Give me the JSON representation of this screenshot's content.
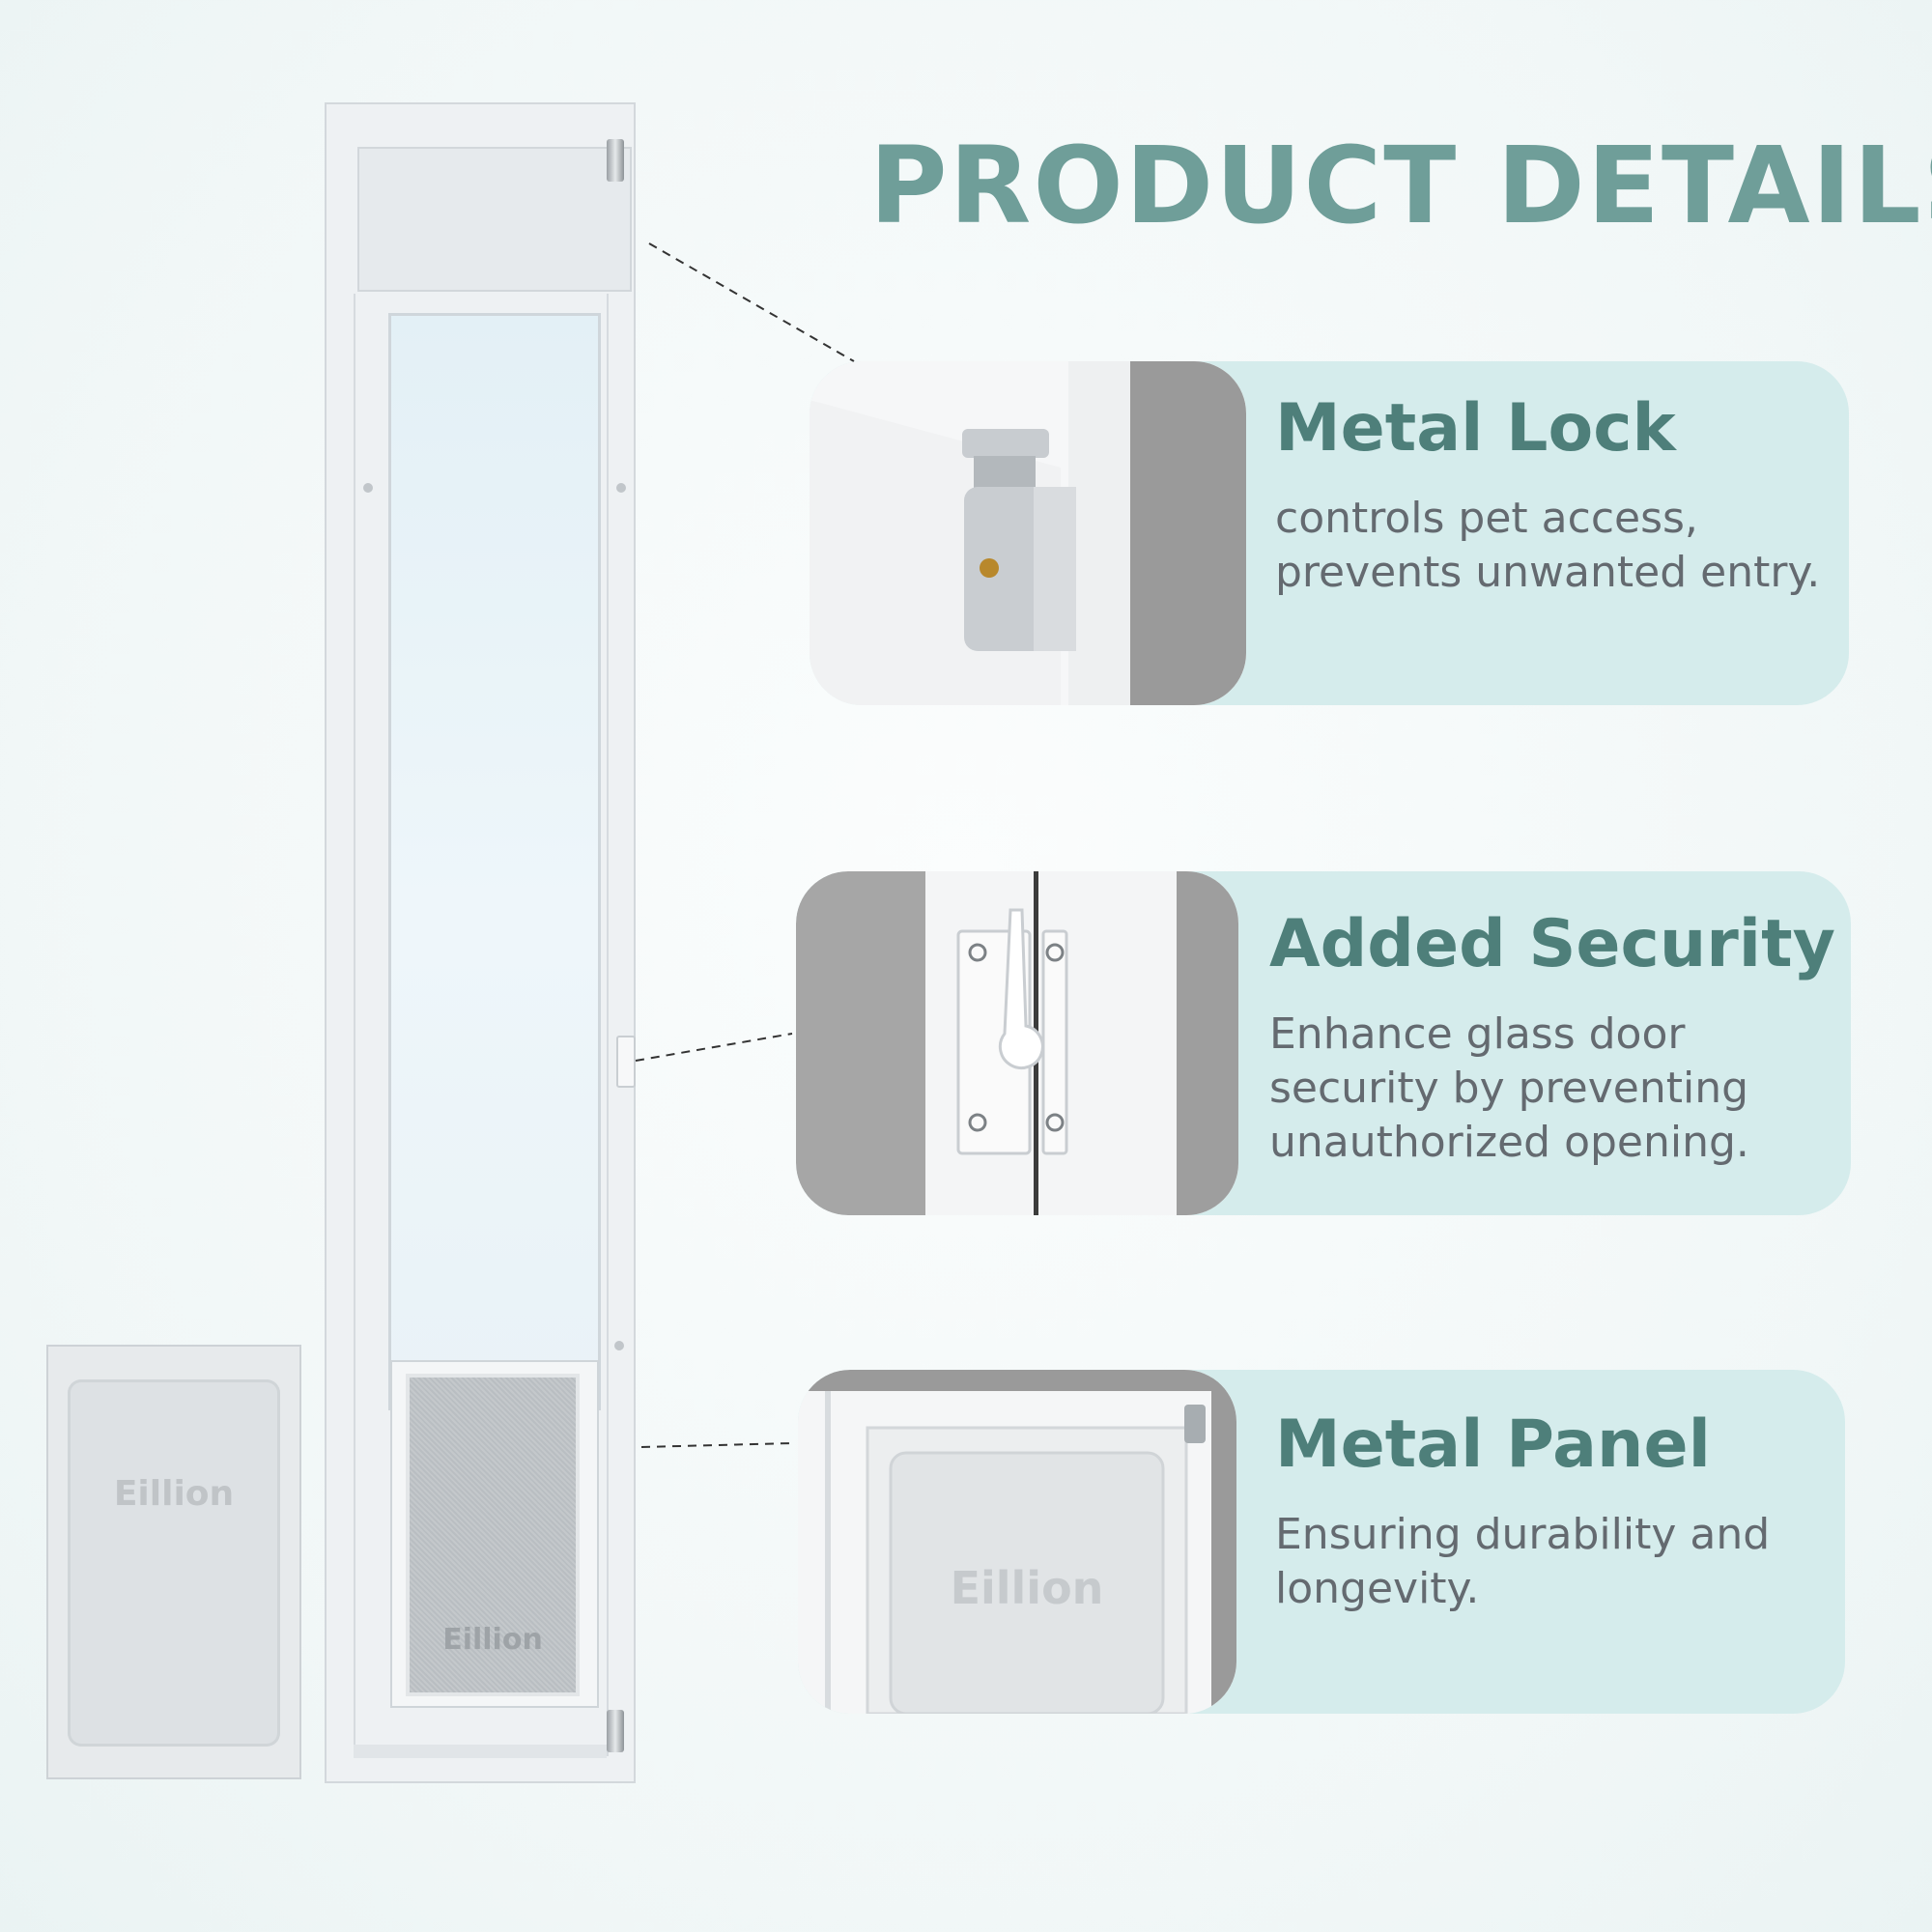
{
  "title": "PRODUCT DETAILS",
  "brand_logo": "Eillion",
  "features": [
    {
      "heading": "Metal Lock",
      "description": "controls pet access, prevents unwanted entry."
    },
    {
      "heading": "Added Security",
      "description": "Enhance glass door security by preventing unauthorized opening."
    },
    {
      "heading": "Metal Panel",
      "description": "Ensuring durability and longevity."
    }
  ],
  "colors": {
    "title": "#6f9e99",
    "heading": "#4e7f7a",
    "card_background": "#d5ecec",
    "body_text": "#646a70"
  }
}
